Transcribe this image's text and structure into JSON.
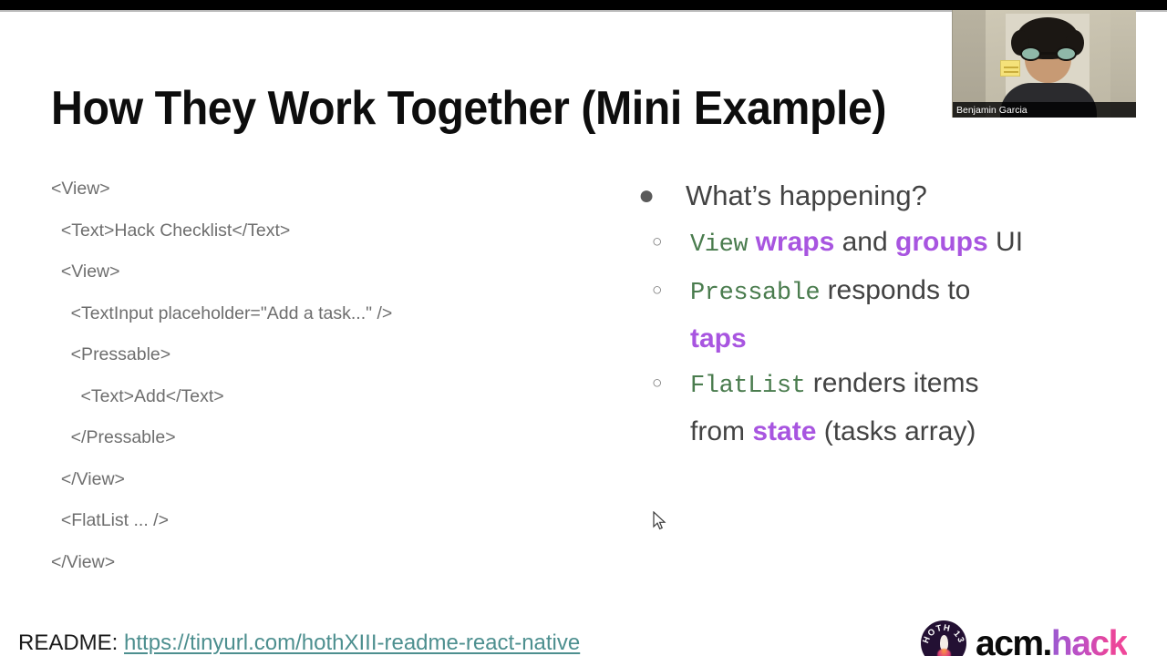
{
  "slide": {
    "title": "How They Work Together (Mini Example)",
    "code_lines": [
      "<View>",
      "  <Text>Hack Checklist</Text>",
      "  <View>",
      "    <TextInput placeholder=\"Add a task...\" />",
      "    <Pressable>",
      "      <Text>Add</Text>",
      "    </Pressable>",
      "  </View>",
      "  <FlatList ... />",
      "</View>"
    ],
    "bullet_marker_level1": "●",
    "bullet_marker_level2": "○",
    "bullets": {
      "heading": "What’s happening?",
      "items": [
        {
          "parts": [
            {
              "text": "View",
              "style": "mono-green"
            },
            {
              "text": " ",
              "style": "plain"
            },
            {
              "text": "wraps",
              "style": "bold-purple"
            },
            {
              "text": " and ",
              "style": "plain"
            },
            {
              "text": "groups",
              "style": "bold-purple"
            },
            {
              "text": " UI",
              "style": "plain"
            }
          ]
        },
        {
          "parts": [
            {
              "text": "Pressable",
              "style": "mono-green"
            },
            {
              "text": " responds to ",
              "style": "plain"
            },
            {
              "text": "taps",
              "style": "bold-purple"
            }
          ]
        },
        {
          "parts": [
            {
              "text": "FlatList",
              "style": "mono-green"
            },
            {
              "text": " renders items from ",
              "style": "plain"
            },
            {
              "text": "state",
              "style": "bold-purple"
            },
            {
              "text": " (tasks array)",
              "style": "plain"
            }
          ]
        }
      ]
    }
  },
  "footer": {
    "readme_label": "README:",
    "readme_url": "https://tinyurl.com/hothXIII-readme-react-native"
  },
  "logo": {
    "badge_text": "HOTH 13",
    "brand_primary": "acm.",
    "brand_secondary": "hack"
  },
  "webcam": {
    "participant_name": "Benjamin Garcia"
  },
  "colors": {
    "code_gray": "#6e6e6e",
    "body_gray": "#434343",
    "mono_green": "#4a7c4e",
    "accent_purple": "#a855e0",
    "link_teal": "#4d8f8f",
    "letterbox_black": "#000000"
  }
}
